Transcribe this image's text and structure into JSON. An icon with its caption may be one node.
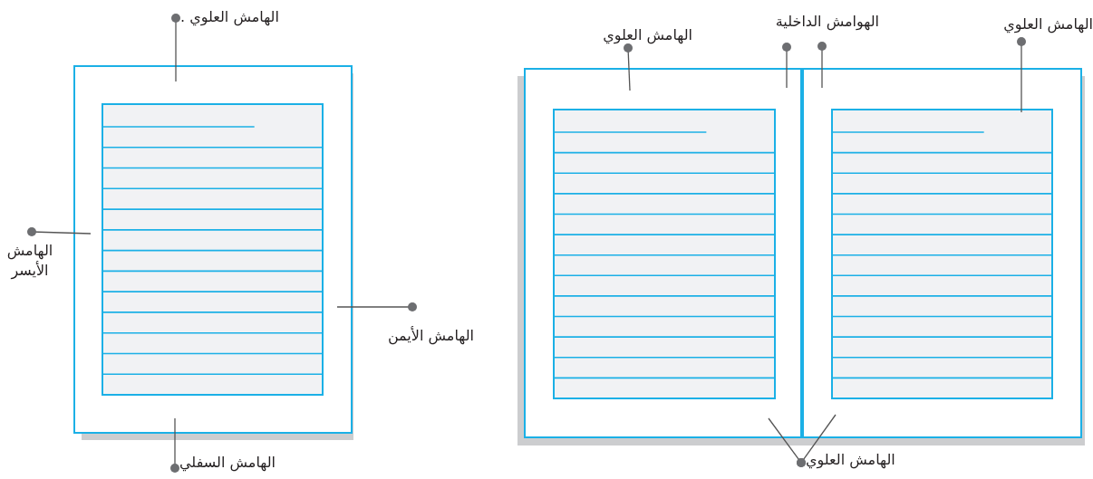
{
  "diagram": {
    "nodes": [
      {
        "text": [
          "الهامش العلوي ."
        ]
      },
      {
        "text": [
          "الهامش الأيسر"
        ]
      },
      {
        "text": [
          "الهامش الأيمن"
        ]
      },
      {
        "text": [
          "الهامش السفلي"
        ]
      },
      {
        "text": [
          "الهامش العلوي"
        ]
      },
      {
        "text": [
          "الهوامش الداخلية"
        ]
      },
      {
        "text": [
          "الهامش العلوي"
        ]
      },
      {
        "text": [
          "الهامش العلوي"
        ]
      }
    ],
    "edges": [
      {
        "from": 0,
        "to": null,
        "arrow": "none"
      },
      {
        "from": 1,
        "to": null,
        "arrow": "none"
      },
      {
        "from": 2,
        "to": null,
        "arrow": "none"
      },
      {
        "from": 3,
        "to": null,
        "arrow": "none"
      },
      {
        "from": 4,
        "to": null,
        "arrow": "none"
      },
      {
        "from": 5,
        "to": null,
        "arrow": "none"
      },
      {
        "from": 5,
        "to": null,
        "arrow": "none"
      },
      {
        "from": 6,
        "to": null,
        "arrow": "none"
      },
      {
        "from": 7,
        "to": null,
        "arrow": "none"
      },
      {
        "from": 7,
        "to": null,
        "arrow": "none"
      }
    ]
  }
}
